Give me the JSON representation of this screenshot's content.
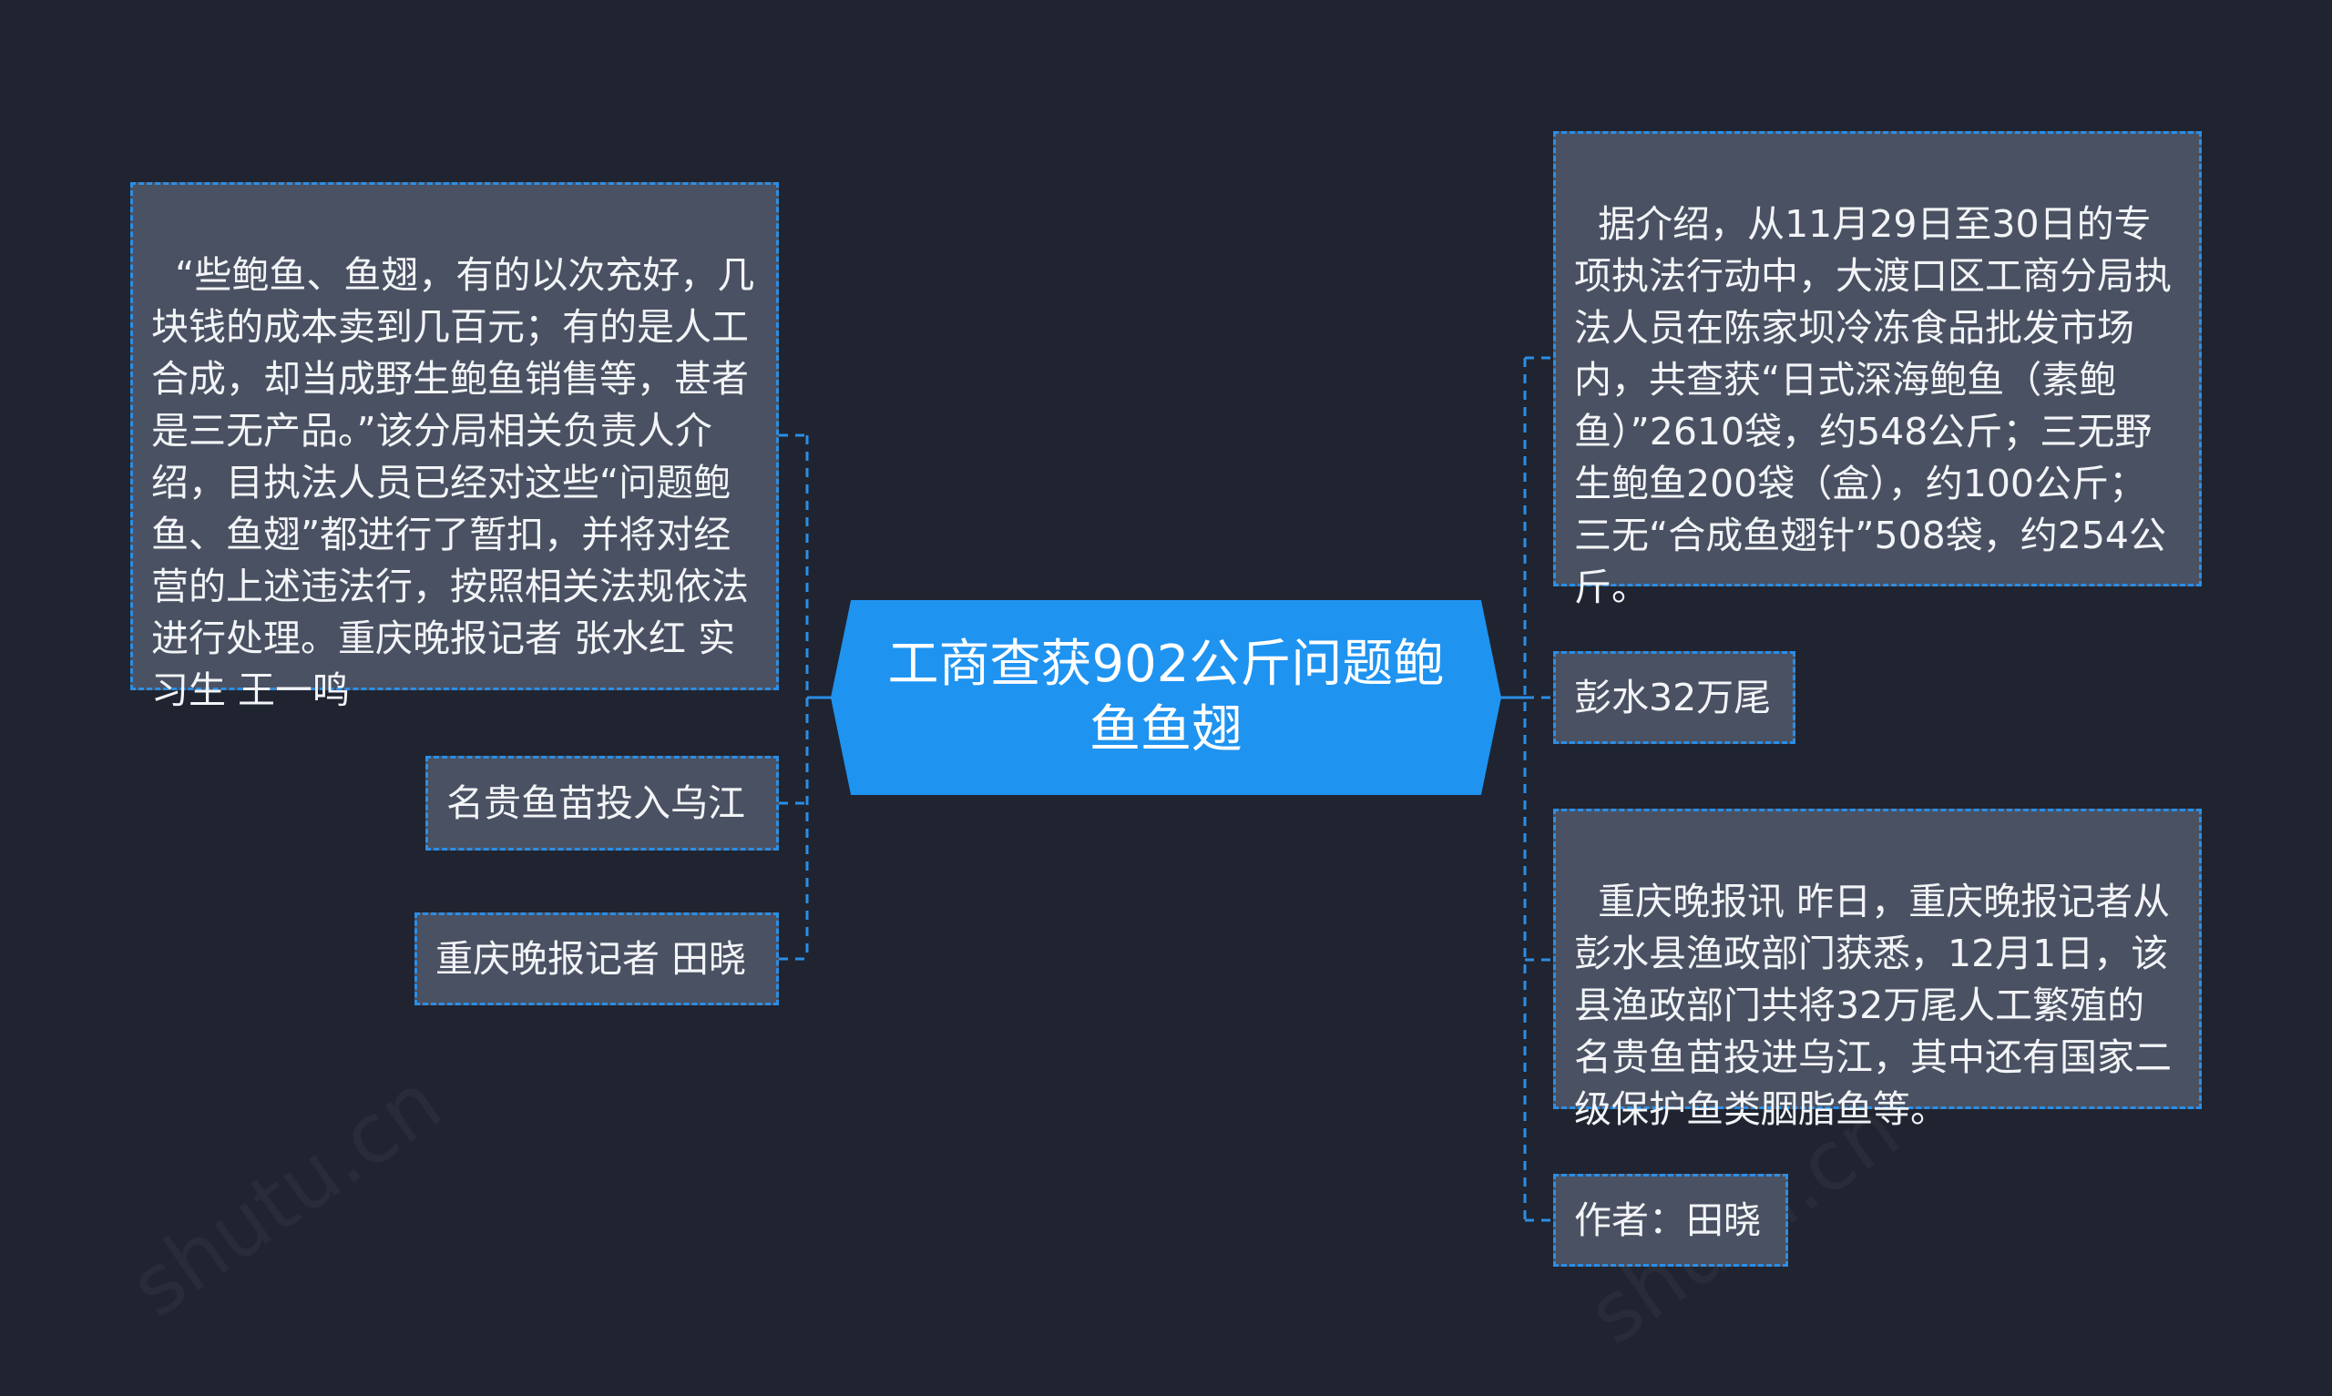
{
  "root": {
    "label": "工商查获902公斤问题鲍鱼鱼翅"
  },
  "left_nodes": [
    "“些鲍鱼、鱼翅，有的以次充好，几块钱的成本卖到几百元；有的是人工合成，却当成野生鲍鱼销售等，甚者是三无产品。”该分局相关负责人介绍，目执法人员已经对这些“问题鲍鱼、鱼翅”都进行了暂扣，并将对经营的上述违法行，按照相关法规依法进行处理。重庆晚报记者 张水红 实习生 王一鸣",
    "名贵鱼苗投入乌江",
    "重庆晚报记者 田晓"
  ],
  "right_nodes": [
    "据介绍，从11月29日至30日的专项执法行动中，大渡口区工商分局执法人员在陈家坝冷冻食品批发市场内，共查获“日式深海鲍鱼（素鲍鱼）”2610袋，约548公斤；三无野生鲍鱼200袋（盒），约100公斤；三无“合成鱼翅针”508袋，约254公斤。",
    "彭水32万尾",
    "重庆晚报讯 昨日，重庆晚报记者从彭水县渔政部门获悉，12月1日，该县渔政部门共将32万尾人工繁殖的名贵鱼苗投进乌江，其中还有国家二级保护鱼类胭脂鱼等。",
    "作者：田晓"
  ],
  "colors": {
    "background": "#1f2430",
    "root_fill": "#1f93f0",
    "node_fill": "#4a5162",
    "connector": "#2b8ee6",
    "text": "#f2f4f7"
  }
}
